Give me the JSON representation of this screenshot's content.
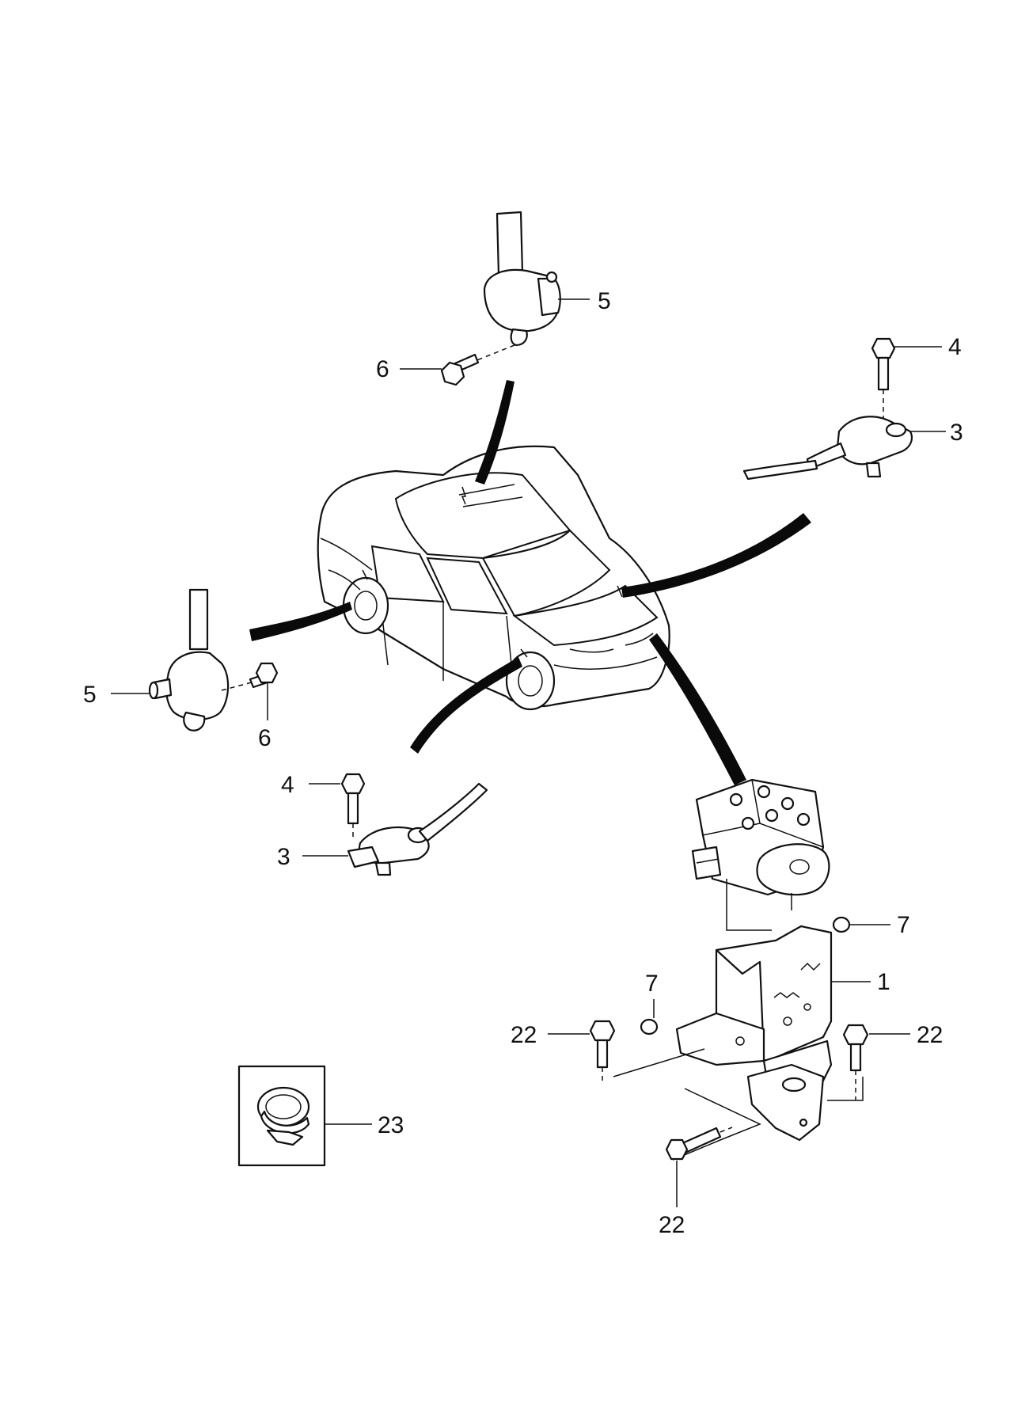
{
  "diagram": {
    "callouts": {
      "c5_top": "5",
      "c6_top": "6",
      "c4_right": "4",
      "c3_right": "3",
      "c5_left": "5",
      "c6_left": "6",
      "c4_left": "4",
      "c3_left": "3",
      "c7_right": "7",
      "c7_left": "7",
      "c1": "1",
      "c22_left": "22",
      "c22_right": "22",
      "c22_bottom": "22",
      "c23": "23"
    }
  }
}
